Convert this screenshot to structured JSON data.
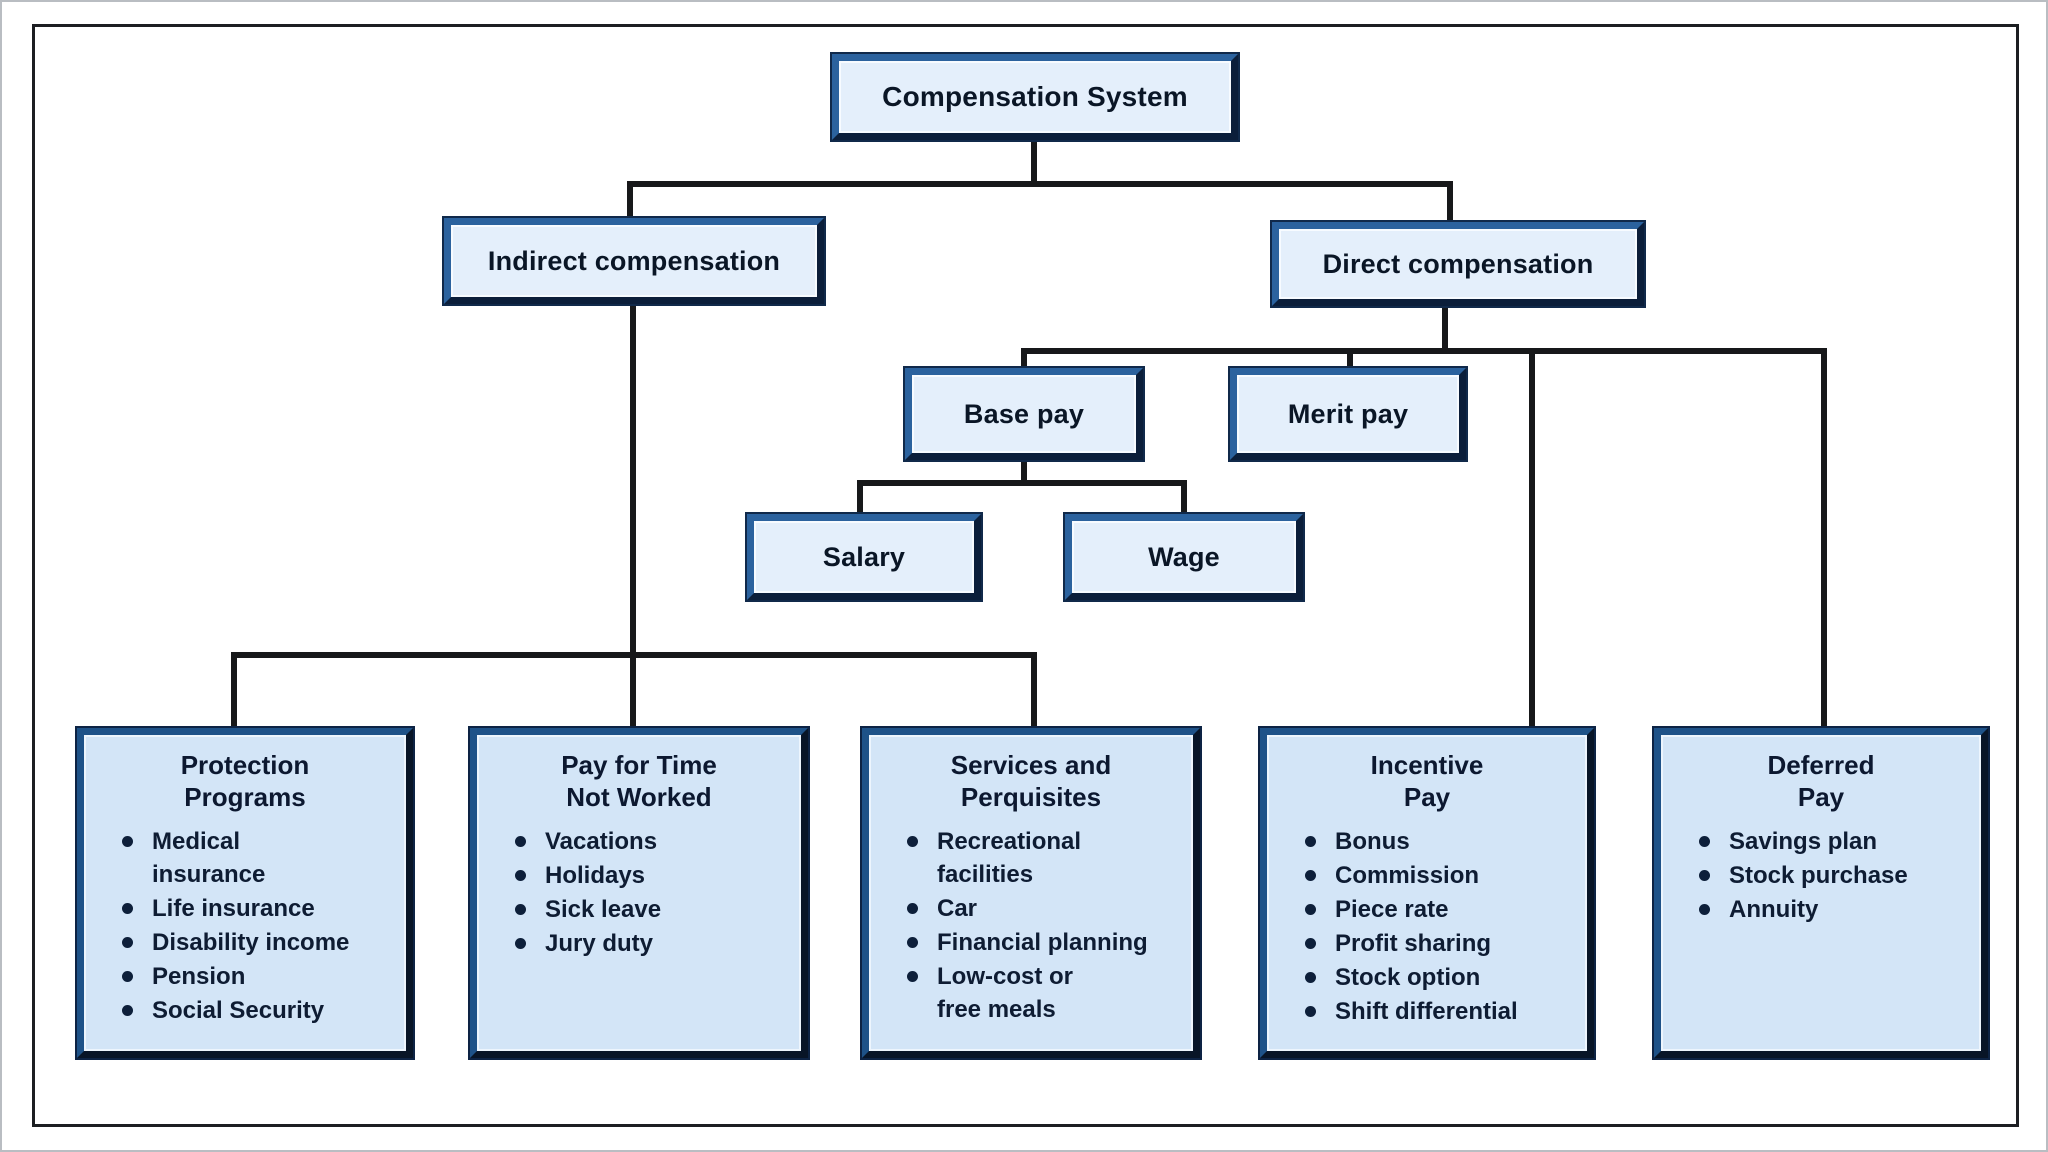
{
  "diagram": {
    "root_label": "Compensation System",
    "branches": {
      "indirect_label": "Indirect compensation",
      "direct_label": "Direct compensation"
    },
    "direct_children": {
      "base_pay_label": "Base pay",
      "merit_pay_label": "Merit pay"
    },
    "base_pay_children": {
      "salary_label": "Salary",
      "wage_label": "Wage"
    },
    "leaf_boxes": [
      {
        "id": "protection-programs",
        "title": "Protection\nPrograms",
        "items": [
          "Medical\ninsurance",
          "Life insurance",
          "Disability income",
          "Pension",
          "Social Security"
        ]
      },
      {
        "id": "pay-for-time-not-worked",
        "title": "Pay for Time\nNot Worked",
        "items": [
          "Vacations",
          "Holidays",
          "Sick leave",
          "Jury duty"
        ]
      },
      {
        "id": "services-and-perquisites",
        "title": "Services and\nPerquisites",
        "items": [
          "Recreational\nfacilities",
          "Car",
          "Financial planning",
          "Low-cost or\nfree meals"
        ]
      },
      {
        "id": "incentive-pay",
        "title": "Incentive\nPay",
        "items": [
          "Bonus",
          "Commission",
          "Piece rate",
          "Profit sharing",
          "Stock option",
          "Shift differential"
        ]
      },
      {
        "id": "deferred-pay",
        "title": "Deferred\nPay",
        "items": [
          "Savings plan",
          "Stock purchase",
          "Annuity"
        ]
      }
    ],
    "colors": {
      "node_fill": "#e4effb",
      "leaf_fill": "#d3e5f7",
      "border_light": "#2b629e",
      "border_dark": "#0b1e3a",
      "connector": "#17181a",
      "text": "#0c1a30"
    }
  }
}
